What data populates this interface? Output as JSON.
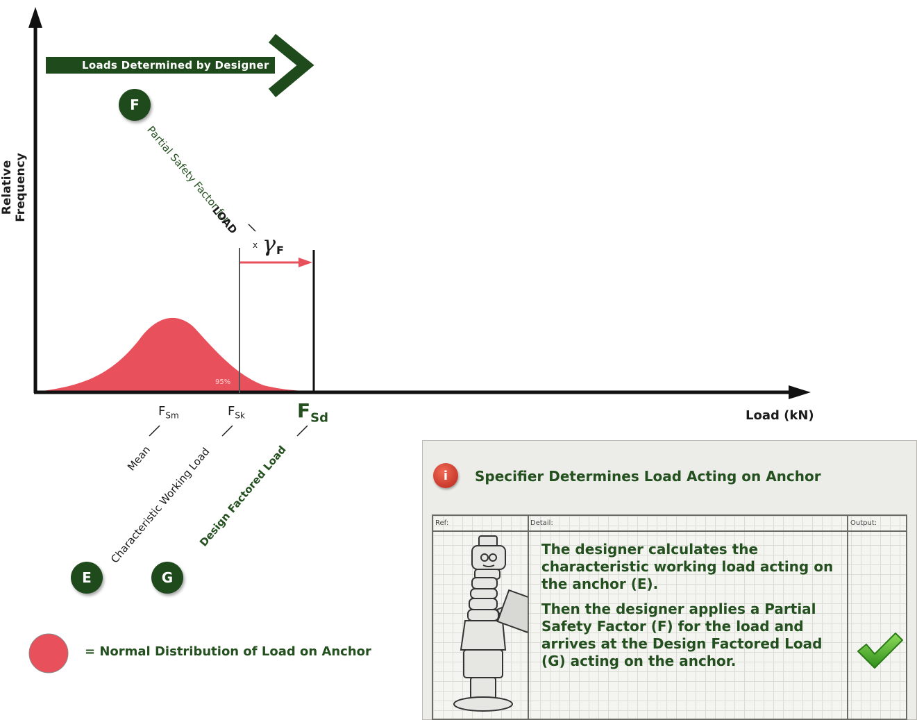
{
  "axes": {
    "y_label": "Relative Frequency",
    "x_label": "Load (kN)"
  },
  "banner": {
    "text": "Loads Determined by Designer"
  },
  "markers": {
    "f": "F",
    "e": "E",
    "g": "G"
  },
  "annotations": {
    "partial_safety": "Partial Safety Factor for",
    "load_word": "LOAD",
    "gamma_prefix": "x",
    "gamma": "γ",
    "gamma_sub": "F",
    "percent": "95%"
  },
  "symbols": {
    "fsm": "F",
    "fsm_sub": "Sm",
    "fsk": "F",
    "fsk_sub": "Sk",
    "fsd": "F",
    "fsd_sub": "Sd"
  },
  "labels": {
    "mean": "Mean",
    "characteristic": "Characteristic Working Load",
    "design": "Design Factored Load"
  },
  "legend": {
    "text": "= Normal Distribution of Load on Anchor"
  },
  "panel": {
    "title": "Specifier Determines Load Acting on Anchor",
    "icon_glyph": "i",
    "col_ref": "Ref:",
    "col_detail": "Detail:",
    "col_output": "Output:",
    "para1": "The designer calculates the characteristic working load acting on the anchor (E).",
    "para2": "Then the designer applies a Partial Safety Factor (F) for the load and arrives at the Design Factored Load (G) acting on the anchor."
  },
  "colors": {
    "dark_green": "#1e4a1c",
    "text_green": "#24501f",
    "red": "#e8505b",
    "check_green": "#4caf28"
  }
}
